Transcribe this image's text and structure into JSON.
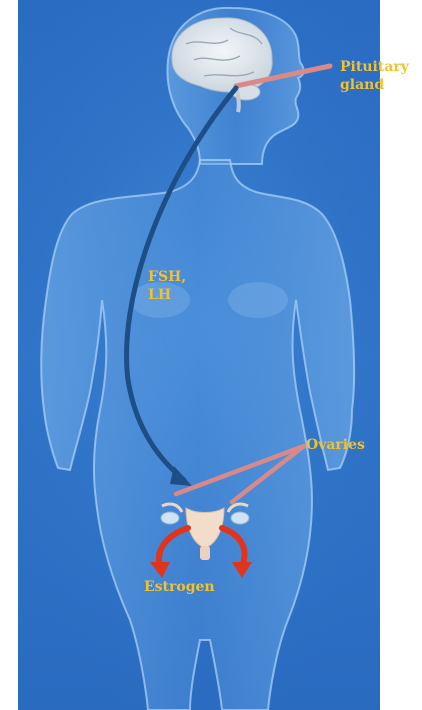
{
  "diagram": {
    "labels": {
      "pituitary": [
        "Pituitary",
        "gland"
      ],
      "hormones": [
        "FSH,",
        "LH"
      ],
      "ovaries": "Ovaries",
      "estrogen": "Estrogen"
    },
    "colors": {
      "background": "#2f74c8",
      "label_text": "#f2c12e",
      "pointer_lines": "#d98a88",
      "hormone_arrow": "#1e4e86",
      "estrogen_arrows": "#e0341c"
    },
    "icons": [
      "brain-icon",
      "uterus-ovaries-icon",
      "human-body-silhouette"
    ]
  }
}
